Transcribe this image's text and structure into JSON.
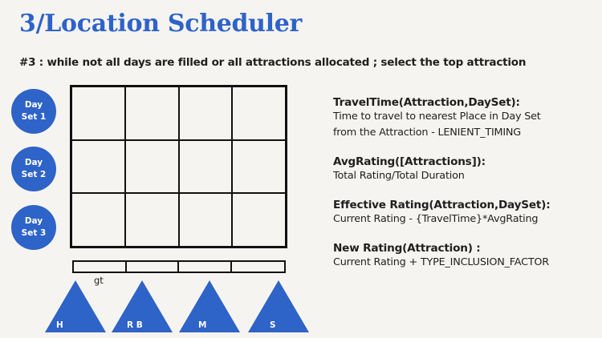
{
  "title": "3/Location Scheduler",
  "subtitle": "#3 : while not all days are filled or all attractions allocated ; select the top attraction",
  "day_sets": [
    {
      "line1": "Day",
      "line2": "Set 1"
    },
    {
      "line1": "Day",
      "line2": "Set 2"
    },
    {
      "line1": "Day",
      "line2": "Set 3"
    }
  ],
  "gt_label": "gt",
  "triangles": [
    "H",
    "R B",
    "M",
    "S"
  ],
  "definitions": [
    {
      "heading": "TravelTime(Attraction,DaySet):",
      "lines": [
        "Time to travel to nearest Place in Day Set",
        "from the Attraction - LENIENT_TIMING"
      ]
    },
    {
      "heading": "AvgRating([Attractions]):",
      "lines": [
        "Total Rating/Total Duration"
      ]
    },
    {
      "heading": "Effective Rating(Attraction,DaySet):",
      "lines": [
        "Current Rating - {TravelTime}*AvgRating"
      ]
    },
    {
      "heading": "New Rating(Attraction) :",
      "lines": [
        "Current Rating + TYPE_INCLUSION_FACTOR"
      ]
    }
  ],
  "colors": {
    "accent": "#2e63c8",
    "background": "#f6f4f0",
    "ink": "#111111"
  }
}
